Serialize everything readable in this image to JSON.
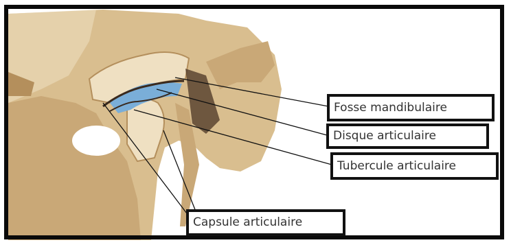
{
  "labels": {
    "fosse": "Fosse mandibulaire",
    "disque": "Disque articulaire",
    "tubercule": "Tubercule articulaire",
    "capsule": "Capsule articulaire"
  },
  "colors": {
    "bone": "#d9be8f",
    "bone_light": "#efe0c2",
    "bone_dark": "#b48f5c",
    "disc": "#7aaed8",
    "shadow": "#3a2a1e",
    "leader": "#111111"
  }
}
